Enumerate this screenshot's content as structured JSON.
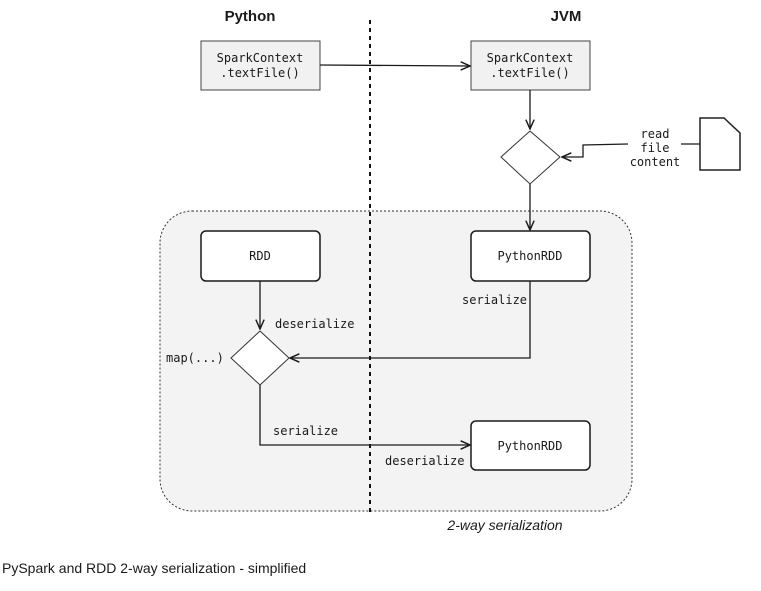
{
  "diagram": {
    "headers": {
      "python": "Python",
      "jvm": "JVM"
    },
    "python_spark_context": {
      "line1": "SparkContext",
      "line2": ".textFile()"
    },
    "jvm_spark_context": {
      "line1": "SparkContext",
      "line2": ".textFile()"
    },
    "read_file_content": {
      "line1": "read",
      "line2": "file",
      "line3": "content"
    },
    "rdd": "RDD",
    "python_rdd_top": "PythonRDD",
    "python_rdd_bottom": "PythonRDD",
    "labels": {
      "serialize_jvm": "serialize",
      "deserialize_python": "deserialize",
      "map": "map(...)",
      "serialize_python": "serialize",
      "deserialize_jvm": "deserialize"
    },
    "region_caption": "2-way serialization"
  },
  "caption": "PySpark and RDD 2-way serialization - simplified"
}
